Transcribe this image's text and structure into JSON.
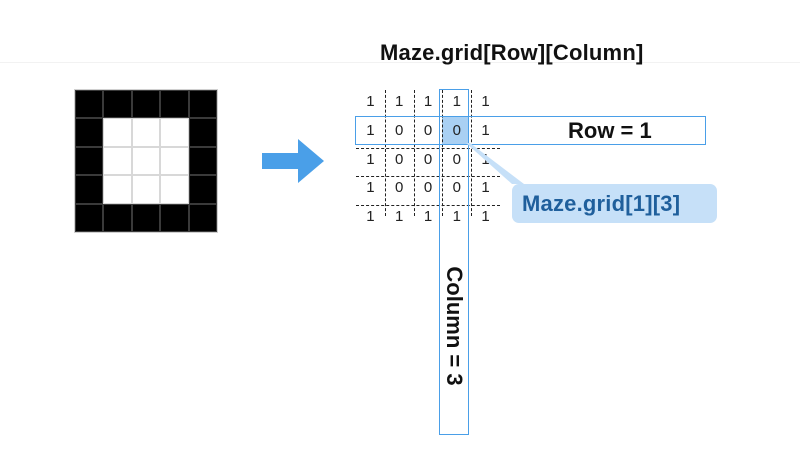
{
  "title": "Maze.grid[Row][Column]",
  "maze_pattern": [
    [
      1,
      1,
      1,
      1,
      1
    ],
    [
      1,
      0,
      0,
      0,
      1
    ],
    [
      1,
      0,
      0,
      0,
      1
    ],
    [
      1,
      0,
      0,
      0,
      1
    ],
    [
      1,
      1,
      1,
      1,
      1
    ]
  ],
  "grid_values": [
    [
      "1",
      "1",
      "1",
      "1",
      "1"
    ],
    [
      "1",
      "0",
      "0",
      "0",
      "1"
    ],
    [
      "1",
      "0",
      "0",
      "0",
      "1"
    ],
    [
      "1",
      "0",
      "0",
      "0",
      "1"
    ],
    [
      "1",
      "1",
      "1",
      "1",
      "1"
    ]
  ],
  "highlight": {
    "row": 1,
    "column": 3
  },
  "row_label": "Row = 1",
  "column_label": "Column = 3",
  "callout": "Maze.grid[1][3]",
  "colors": {
    "wall": "#000000",
    "open": "#ffffff",
    "accent": "#4a9fe8",
    "highlight": "#a9d0f3",
    "callout_bg": "#c6e0f8",
    "callout_text": "#1f5f9c"
  },
  "icons": {
    "arrow": "right-arrow-icon"
  }
}
